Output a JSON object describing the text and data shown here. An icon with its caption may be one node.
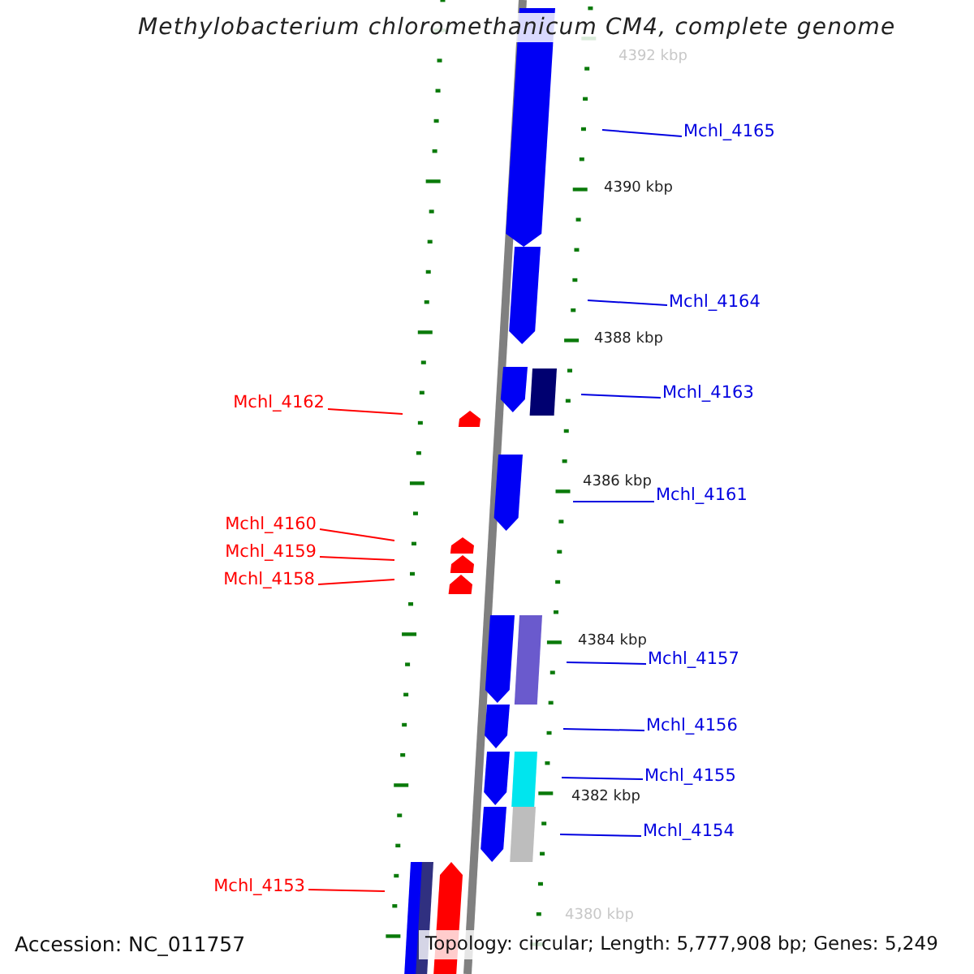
{
  "diagram": {
    "title": "Methylobacterium chloromethanicum CM4, complete genome",
    "nodes": [
      {
        "text": [
          "Mchl_4165"
        ]
      },
      {
        "text": [
          "Mchl_4164"
        ]
      },
      {
        "text": [
          "Mchl_4163"
        ]
      },
      {
        "text": [
          "Mchl_4162"
        ]
      },
      {
        "text": [
          "Mchl_4161"
        ]
      },
      {
        "text": [
          "Mchl_4160"
        ]
      },
      {
        "text": [
          "Mchl_4159"
        ]
      },
      {
        "text": [
          "Mchl_4158"
        ]
      },
      {
        "text": [
          "Mchl_4157"
        ]
      },
      {
        "text": [
          "Mchl_4156"
        ]
      },
      {
        "text": [
          "Mchl_4155"
        ]
      },
      {
        "text": [
          "Mchl_4154"
        ]
      },
      {
        "text": [
          "Mchl_4153"
        ]
      }
    ],
    "edges": [
      {
        "from": 0,
        "to": null,
        "arrow": "none"
      },
      {
        "from": 1,
        "to": null,
        "arrow": "none"
      },
      {
        "from": 2,
        "to": null,
        "arrow": "none"
      },
      {
        "from": 3,
        "to": null,
        "arrow": "none",
        "color": "#ff0000"
      },
      {
        "from": 4,
        "to": null,
        "arrow": "none"
      },
      {
        "from": 5,
        "to": null,
        "arrow": "none",
        "color": "#ff0000"
      },
      {
        "from": 6,
        "to": null,
        "arrow": "none",
        "color": "#ff0000"
      },
      {
        "from": 7,
        "to": null,
        "arrow": "none",
        "color": "#ff0000"
      },
      {
        "from": 8,
        "to": null,
        "arrow": "none"
      },
      {
        "from": 9,
        "to": null,
        "arrow": "none"
      },
      {
        "from": 10,
        "to": null,
        "arrow": "none"
      },
      {
        "from": 11,
        "to": null,
        "arrow": "none"
      },
      {
        "from": 12,
        "to": null,
        "arrow": "none",
        "color": "#ff0000"
      }
    ],
    "labels": [
      "4392 kbp",
      "4390 kbp",
      "4388 kbp",
      "4386 kbp",
      "4384 kbp",
      "4382 kbp",
      "4380 kbp",
      "Accession: NC_011757",
      "Topology: circular; Length: 5,777,908 bp; Genes: 5,249"
    ]
  }
}
